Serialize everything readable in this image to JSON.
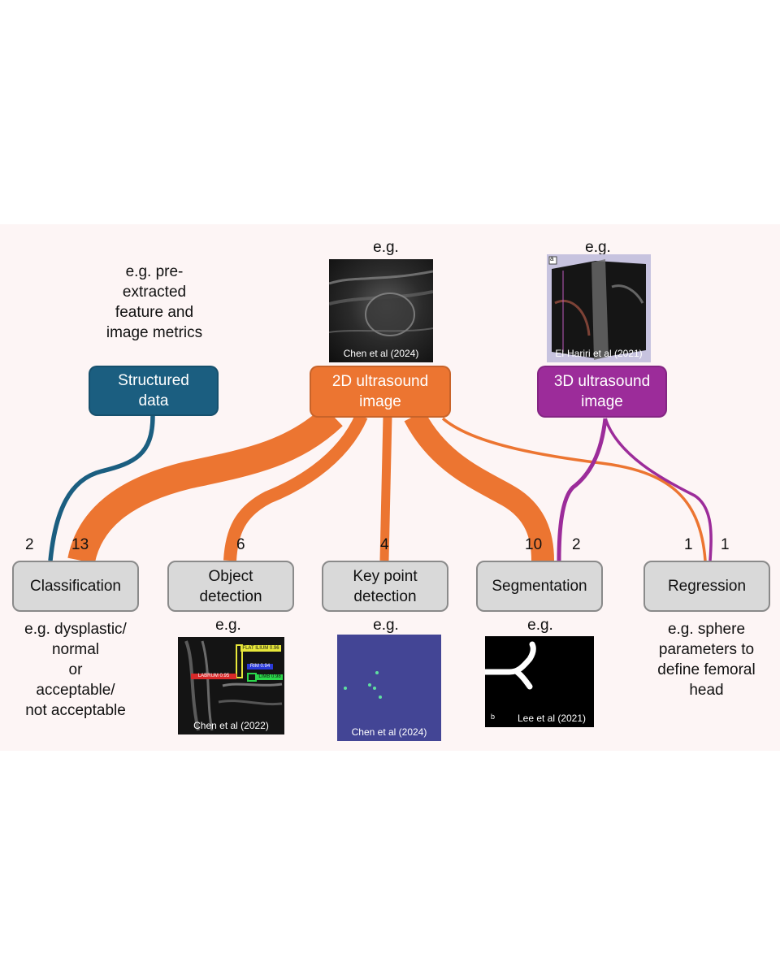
{
  "sources": {
    "structured": {
      "label": "Structured\ndata",
      "example": "e.g. pre-\nextracted\nfeature and\nimage metrics",
      "color": "#1b5e80"
    },
    "us2d": {
      "label": "2D ultrasound\nimage",
      "example": "e.g.",
      "caption": "Chen et al (2024)",
      "color": "#ec7531"
    },
    "us3d": {
      "label": "3D ultrasound\nimage",
      "example": "e.g.",
      "caption": "El-Hariri et al (2021)",
      "color": "#9c2c9a"
    }
  },
  "tasks": {
    "classification": {
      "label": "Classification",
      "example": "e.g. dysplastic/\nnormal\nor\nacceptable/\nnot acceptable",
      "counts": [
        "2",
        "13"
      ]
    },
    "object_detection": {
      "label": "Object\ndetection",
      "example": "e.g.",
      "caption": "Chen et al (2022)",
      "counts": [
        "6"
      ],
      "box_labels": [
        "FLAT ILIUM 0.96",
        "RIM 0.94",
        "LABRUM 0.95",
        "LIMB 0.98"
      ]
    },
    "key_point": {
      "label": "Key point\ndetection",
      "example": "e.g.",
      "caption": "Chen et al (2024)",
      "counts": [
        "4"
      ]
    },
    "segmentation": {
      "label": "Segmentation",
      "example": "e.g.",
      "caption": "Lee et al (2021)",
      "panel_letter": "b",
      "counts": [
        "10",
        "2"
      ]
    },
    "regression": {
      "label": "Regression",
      "example": "e.g. sphere\nparameters to\ndefine femoral\nhead",
      "counts": [
        "1",
        "1"
      ]
    }
  },
  "us3d_panel_letter": "a"
}
